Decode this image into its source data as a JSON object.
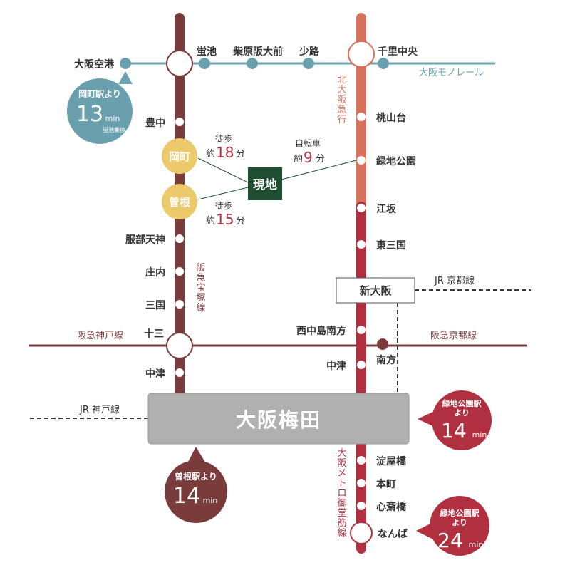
{
  "colors": {
    "hankyu": "#7a3b3b",
    "metro_mido": "#b03040",
    "kita_osaka": "#d9725a",
    "monorail": "#6aa0ad",
    "station_gold": "#ecc96a",
    "site": "#1f4d32",
    "umeda_box": "#b0b0b0"
  },
  "lines": {
    "monorail": "大阪モノレール",
    "hankyu_takarazuka": "阪急宝塚線",
    "kita_osaka_kyuko": "北大阪急行",
    "midosuji": "大阪メトロ御堂筋線",
    "hankyu_kobe": "阪急神戸線",
    "hankyu_kyoto": "阪急京都線",
    "jr_kobe": "JR 神戸線",
    "jr_kyoto": "JR 京都線"
  },
  "stations": {
    "osaka_airport": "大阪空港",
    "hotarugaike": "蛍池",
    "shibahara": "柴原阪大前",
    "shoji": "少路",
    "senri_chuo": "千里中央",
    "toyonaka": "豊中",
    "okamachi": "岡町",
    "sone": "曽根",
    "hattori_tenjin": "服部天神",
    "shonai": "庄内",
    "mikuni": "三国",
    "juso": "十三",
    "nakatsu_hankyu": "中津",
    "momoyamadai": "桃山台",
    "ryokuchi_koen": "緑地公園",
    "esaka": "江坂",
    "higashi_mikuni": "東三国",
    "shin_osaka": "新大阪",
    "nishinakajima": "西中島南方",
    "minamikata": "南方",
    "nakatsu_metro": "中津",
    "umeda": "大阪梅田",
    "yodoyabashi": "淀屋橋",
    "honmachi": "本町",
    "shinsaibashi": "心斎橋",
    "namba": "なんば"
  },
  "site": {
    "label": "現地"
  },
  "access": {
    "okamachi": {
      "mode": "徒歩",
      "prefix": "約",
      "value": "18",
      "unit": "分"
    },
    "sone": {
      "mode": "徒歩",
      "prefix": "約",
      "value": "15",
      "unit": "分"
    },
    "ryokuchi": {
      "mode": "自転車",
      "prefix": "約",
      "value": "9",
      "unit": "分"
    }
  },
  "bubbles": {
    "airport": {
      "title": "岡町駅より",
      "value": "13",
      "unit": "min",
      "note": "蛍池乗換"
    },
    "sone_umeda": {
      "title": "曽根駅より",
      "value": "14",
      "unit": "min"
    },
    "ryokuchi_umeda": {
      "title1": "緑地公園駅",
      "title2": "より",
      "value": "14",
      "unit": "min"
    },
    "ryokuchi_namba": {
      "title1": "緑地公園駅",
      "title2": "より",
      "value": "24",
      "unit": "min"
    }
  }
}
